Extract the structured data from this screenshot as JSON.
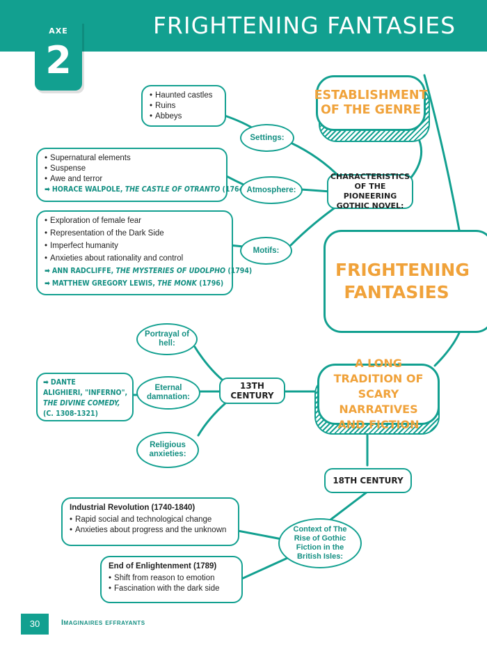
{
  "header": {
    "title": "FRIGHTENING FANTASIES",
    "axe_label": "AXE",
    "axe_number": "2"
  },
  "central": {
    "title": "FRIGHTENING FANTASIES"
  },
  "establishment": {
    "title": "ESTABLISHMENT OF THE GENRE"
  },
  "characteristics": {
    "label": "CHARACTERISTICS OF THE PIONEERING GOTHIC NOVEL:"
  },
  "settings": {
    "label": "Settings:",
    "items": [
      "Haunted castles",
      "Ruins",
      "Abbeys"
    ]
  },
  "atmosphere": {
    "label": "Atmosphere:",
    "items": [
      "Supernatural elements",
      "Suspense",
      "Awe and terror"
    ],
    "ref_author": "HORACE WALPOLE, ",
    "ref_title": "THE CASTLE OF OTRANTO",
    "ref_year": " (1764)"
  },
  "motifs": {
    "label": "Motifs:",
    "items": [
      "Exploration of female fear",
      "Representation of the Dark Side",
      "Imperfect humanity",
      "Anxieties about rationality and control"
    ],
    "ref1_author": "ANN RADCLIFFE, ",
    "ref1_title": "THE MYSTERIES OF UDOLPHO",
    "ref1_year": " (1794)",
    "ref2_author": "MATTHEW GREGORY LEWIS, ",
    "ref2_title": "THE MONK",
    "ref2_year": " (1796)"
  },
  "tradition": {
    "title": "A LONG TRADITION OF SCARY NARRATIVES AND FICTION"
  },
  "century13": {
    "label": "13TH CENTURY",
    "portrayal": "Portrayal of hell:",
    "eternal": "Eternal damnation:",
    "religious": "Religious anxieties:",
    "dante_line1": "DANTE",
    "dante_line2": "ALIGHIERI, \"INFERNO\",",
    "dante_title": "THE DIVINE COMEDY,",
    "dante_year": "(C. 1308-1321)"
  },
  "century18": {
    "label": "18TH CENTURY",
    "context": "Context of The Rise of Gothic Fiction in the British Isles:",
    "industrial_title": "Industrial Revolution (1740-1840)",
    "industrial_items": [
      "Rapid social and technological change",
      "Anxieties about progress and the unknown"
    ],
    "enlightenment_title": "End of Enlightenment (1789)",
    "enlightenment_items": [
      "Shift from reason to emotion",
      "Fascination with the dark side"
    ]
  },
  "footer": {
    "page_number": "30",
    "text": "Imaginaires effrayants"
  },
  "colors": {
    "teal": "#12a090",
    "orange": "#f0a23a",
    "arrow_icon": "right-arrow-icon"
  }
}
